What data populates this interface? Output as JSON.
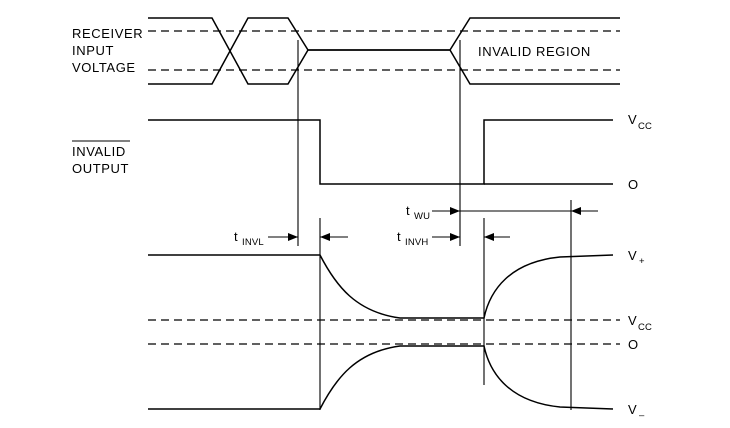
{
  "labels": {
    "receiver_line1": "RECEIVER",
    "receiver_line2": "INPUT",
    "receiver_line3": "VOLTAGE",
    "invalid_output_line1": "INVALID",
    "invalid_output_line2": "OUTPUT",
    "invalid_region": "INVALID  REGION"
  },
  "right_labels": {
    "vcc_top": {
      "main": "V",
      "sub": "CC"
    },
    "zero_top": {
      "main": "O"
    },
    "v_plus": {
      "main": "V",
      "sub": "+"
    },
    "vcc_bottom": {
      "main": "V",
      "sub": "CC"
    },
    "zero_bottom": {
      "main": "O"
    },
    "v_minus": {
      "main": "V",
      "sub": "–"
    }
  },
  "timing_labels": {
    "t_invl": {
      "main": "t",
      "sub": "INVL"
    },
    "t_wu": {
      "main": "t",
      "sub": "WU"
    },
    "t_invh": {
      "main": "t",
      "sub": "INVH"
    }
  }
}
